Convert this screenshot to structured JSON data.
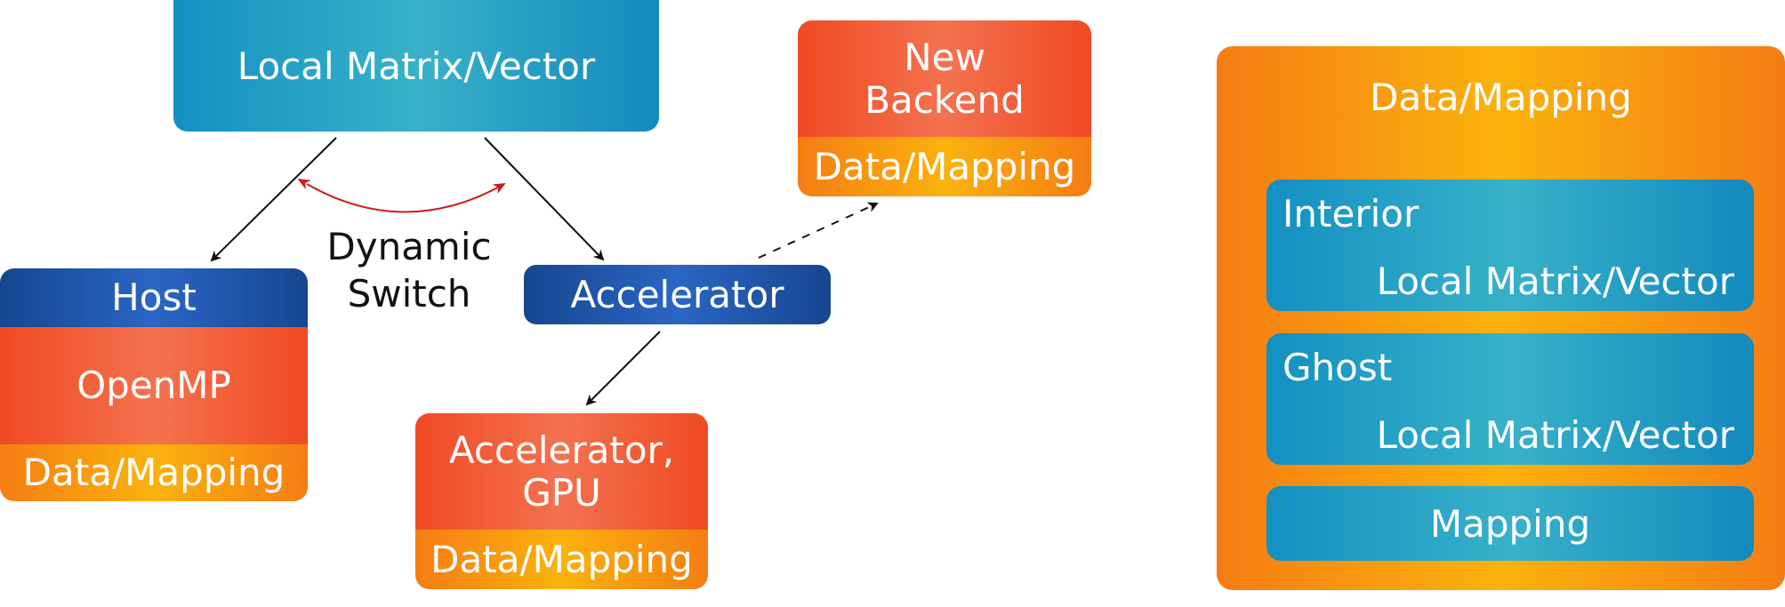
{
  "diagram": {
    "local_matrix_vector": "Local Matrix/Vector",
    "new_backend": {
      "title": "New\nBackend",
      "sub": "Data/Mapping"
    },
    "host": {
      "header": "Host",
      "body": "OpenMP",
      "footer": "Data/Mapping"
    },
    "dynamic_switch": "Dynamic\nSwitch",
    "accelerator": "Accelerator",
    "accelerator_gpu": {
      "title": "Accelerator,\nGPU",
      "sub": "Data/Mapping"
    },
    "data_mapping_panel": {
      "title": "Data/Mapping",
      "interior": {
        "label": "Interior",
        "sub": "Local Matrix/Vector"
      },
      "ghost": {
        "label": "Ghost",
        "sub": "Local Matrix/Vector"
      },
      "mapping": "Mapping"
    }
  },
  "colors": {
    "blue": "#1a94c4",
    "orange": "#f7931a",
    "red": "#ef4f2b",
    "navy": "#1d52a8",
    "switch_arrow": "#cc1b1b"
  }
}
